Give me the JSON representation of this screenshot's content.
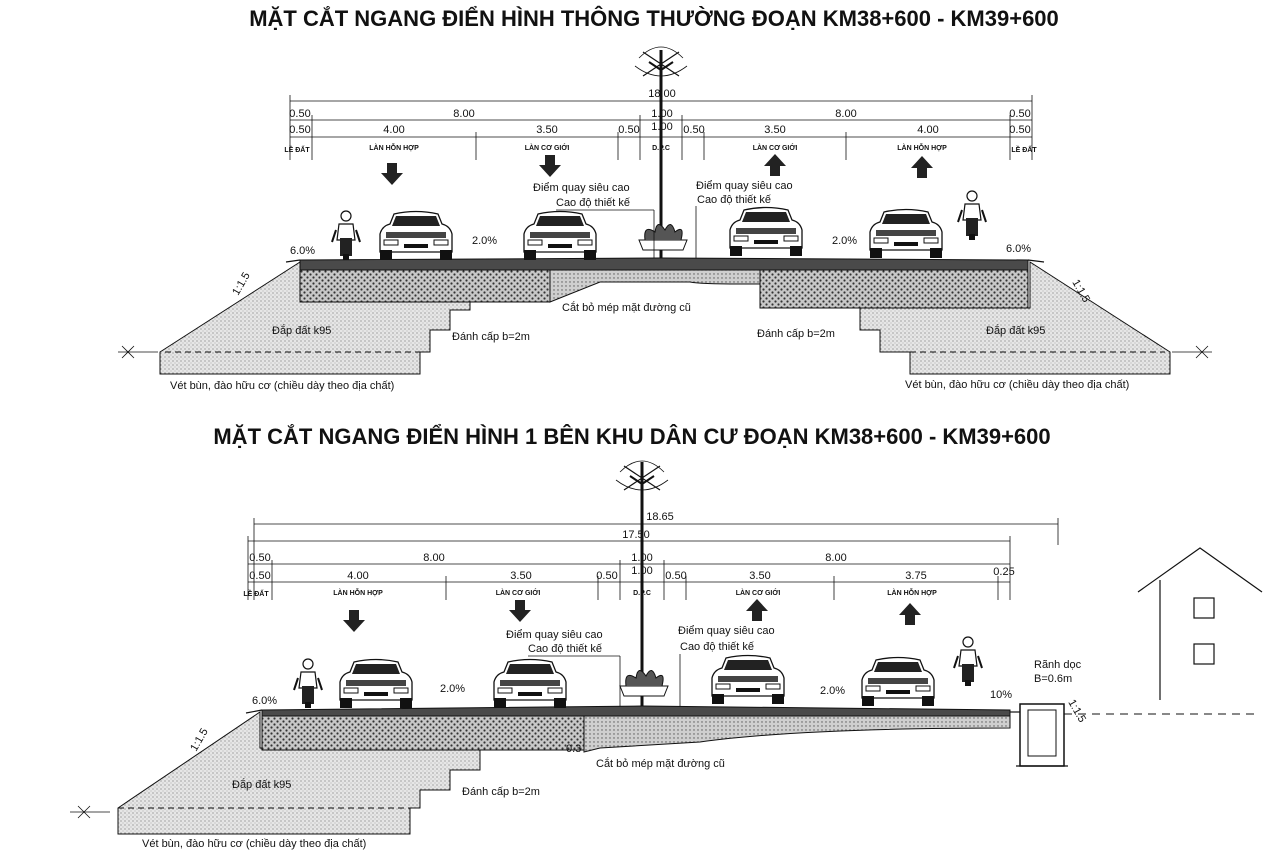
{
  "colors": {
    "ink": "#111111",
    "fill_earth": "#dcdcdc",
    "fill_base": "#bdbdbd",
    "fill_pave": "#4a4a4a",
    "paper": "#ffffff"
  },
  "section1": {
    "title": "MẶT CẮT NGANG ĐIỂN HÌNH THÔNG THƯỜNG ĐOẠN KM38+600 - KM39+600",
    "dims": {
      "total": "18.00",
      "left_half": "8.00",
      "right_half": "8.00",
      "median": "1.00",
      "median_inner": "1.00",
      "verge_left_top": "0.50",
      "verge_left": "0.50",
      "verge_right_top": "0.50",
      "verge_right": "0.50",
      "lane_mixed_left": "4.00",
      "lane_motor_left": "3.50",
      "strip_left": "0.50",
      "strip_right": "0.50",
      "lane_motor_right": "3.50",
      "lane_mixed_right": "4.00"
    },
    "lane_labels": {
      "le_dat_left": "LỀ ĐẤT",
      "mixed_left": "LÀN HỖN HỢP",
      "motor_left": "LÀN CƠ GIỚI",
      "median": "D.P.C",
      "motor_right": "LÀN CƠ GIỚI",
      "mixed_right": "LÀN HỖN HỢP",
      "le_dat_right": "LỀ ĐẤT"
    },
    "notes": {
      "pivot_left": "Điểm quay siêu cao",
      "design_left": "Cao độ thiết kế",
      "pivot_right": "Điểm quay siêu cao",
      "design_right": "Cao độ thiết kế",
      "cut_edge": "Cắt bỏ mép mặt đường cũ",
      "fill_left": "Đắp đất k95",
      "fill_right": "Đắp đất k95",
      "bench_left": "Đánh cấp b=2m",
      "bench_right": "Đánh cấp b=2m",
      "mud_left": "Vét bùn, đào hữu cơ (chiều dày theo địa chất)",
      "mud_right": "Vét bùn, đào hữu cơ (chiều dày theo địa chất)",
      "slope_left": "1:1.5",
      "slope_right": "1:1.5",
      "cross_left_outer": "6.0%",
      "cross_left_inner": "2.0%",
      "cross_right_inner": "2.0%",
      "cross_right_outer": "6.0%"
    }
  },
  "section2": {
    "title": "MẶT CẮT NGANG ĐIỂN HÌNH 1 BÊN KHU DÂN CƯ ĐOẠN KM38+600 - KM39+600",
    "dims": {
      "overall": "18.65",
      "total": "17.50",
      "left_half": "8.00",
      "right_half": "8.00",
      "median": "1.00",
      "median_inner": "1.00",
      "verge_left_top": "0.50",
      "verge_left": "0.50",
      "lane_mixed_left": "4.00",
      "lane_motor_left": "3.50",
      "strip_left": "0.50",
      "strip_right": "0.50",
      "lane_motor_right": "3.50",
      "lane_mixed_right": "3.75",
      "verge_right": "0.25"
    },
    "lane_labels": {
      "le_dat_left": "LỀ ĐẤT",
      "mixed_left": "LÀN HỖN HỢP",
      "motor_left": "LÀN CƠ GIỚI",
      "median": "D.P.C",
      "motor_right": "LÀN CƠ GIỚI",
      "mixed_right": "LÀN HỖN HỢP"
    },
    "notes": {
      "pivot_left": "Điểm quay siêu cao",
      "design_left": "Cao độ thiết kế",
      "pivot_right": "Điểm quay siêu cao",
      "design_right": "Cao độ thiết kế",
      "cut_edge": "Cắt bỏ mép mặt đường cũ",
      "fill_left": "Đắp đất k95",
      "bench_left": "Đánh cấp b=2m",
      "mud_left": "Vét bùn, đào hữu cơ (chiều dày theo địa chất)",
      "slope_left": "1:1.5",
      "slope_right": "1:1.5",
      "ditch_title": "Rãnh dọc",
      "ditch_size": "B=0.6m",
      "cross_left_outer": "6.0%",
      "cross_left_inner": "2.0%",
      "cross_right_inner": "2.0%",
      "cross_right_outer": "10%",
      "depth_mark": "0.3"
    }
  }
}
